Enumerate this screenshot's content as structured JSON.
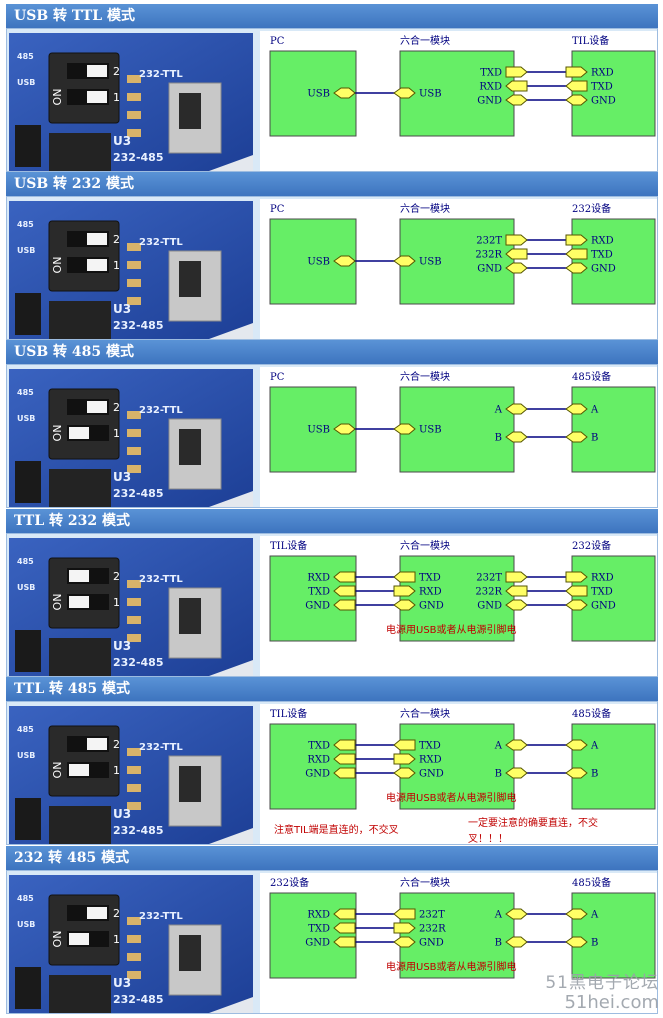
{
  "sections": [
    {
      "title": "USB 转 TTL 模式",
      "left_device": "PC",
      "module": "六合一模块",
      "right_device": "TIL设备",
      "left_pins": [
        "USB"
      ],
      "module_left_pins": [
        "USB"
      ],
      "module_right_pins": [
        "TXD",
        "RXD",
        "GND"
      ],
      "right_pins": [
        "RXD",
        "TXD",
        "GND"
      ],
      "notes": []
    },
    {
      "title": "USB 转 232 模式",
      "left_device": "PC",
      "module": "六合一模块",
      "right_device": "232设备",
      "left_pins": [
        "USB"
      ],
      "module_left_pins": [
        "USB"
      ],
      "module_right_pins": [
        "232T",
        "232R",
        "GND"
      ],
      "right_pins": [
        "RXD",
        "TXD",
        "GND"
      ],
      "notes": []
    },
    {
      "title": "USB 转 485 模式",
      "left_device": "PC",
      "module": "六合一模块",
      "right_device": "485设备",
      "left_pins": [
        "USB"
      ],
      "module_left_pins": [
        "USB"
      ],
      "module_right_pins": [
        "A",
        "B"
      ],
      "right_pins": [
        "A",
        "B"
      ],
      "notes": []
    },
    {
      "title": "TTL 转 232 模式",
      "left_device": "TIL设备",
      "module": "六合一模块",
      "right_device": "232设备",
      "left_pins": [
        "RXD",
        "TXD",
        "GND"
      ],
      "module_left_pins": [
        "TXD",
        "RXD",
        "GND"
      ],
      "module_right_pins": [
        "232T",
        "232R",
        "GND"
      ],
      "right_pins": [
        "RXD",
        "TXD",
        "GND"
      ],
      "notes": [
        "电源用USB或者从电源引脚电"
      ]
    },
    {
      "title": "TTL 转 485 模式",
      "left_device": "TIL设备",
      "module": "六合一模块",
      "right_device": "485设备",
      "left_pins": [
        "TXD",
        "RXD",
        "GND"
      ],
      "module_left_pins": [
        "TXD",
        "RXD",
        "GND"
      ],
      "module_right_pins": [
        "A",
        "B"
      ],
      "right_pins": [
        "A",
        "B"
      ],
      "notes": [
        "电源用USB或者从电源引脚电",
        "注意TIL端是直连的，不交叉",
        "一定要注意的确要直连，不交",
        "叉！！！"
      ]
    },
    {
      "title": "232 转 485 模式",
      "left_device": "232设备",
      "module": "六合一模块",
      "right_device": "485设备",
      "left_pins": [
        "RXD",
        "TXD",
        "GND"
      ],
      "module_left_pins": [
        "232T",
        "232R",
        "GND"
      ],
      "module_right_pins": [
        "A",
        "B"
      ],
      "right_pins": [
        "A",
        "B"
      ],
      "notes": [
        "电源用USB或者从电源引脚电"
      ]
    }
  ],
  "photo_labels": {
    "n485": "485",
    "n232ttl": "232-TTL",
    "u3": "U3",
    "n232485": "232-485",
    "on": "ON",
    "sw1": "1",
    "sw2": "2",
    "usb": "USB"
  },
  "watermark": {
    "line1": "51黑电子论坛",
    "line2": "51hei.com"
  }
}
